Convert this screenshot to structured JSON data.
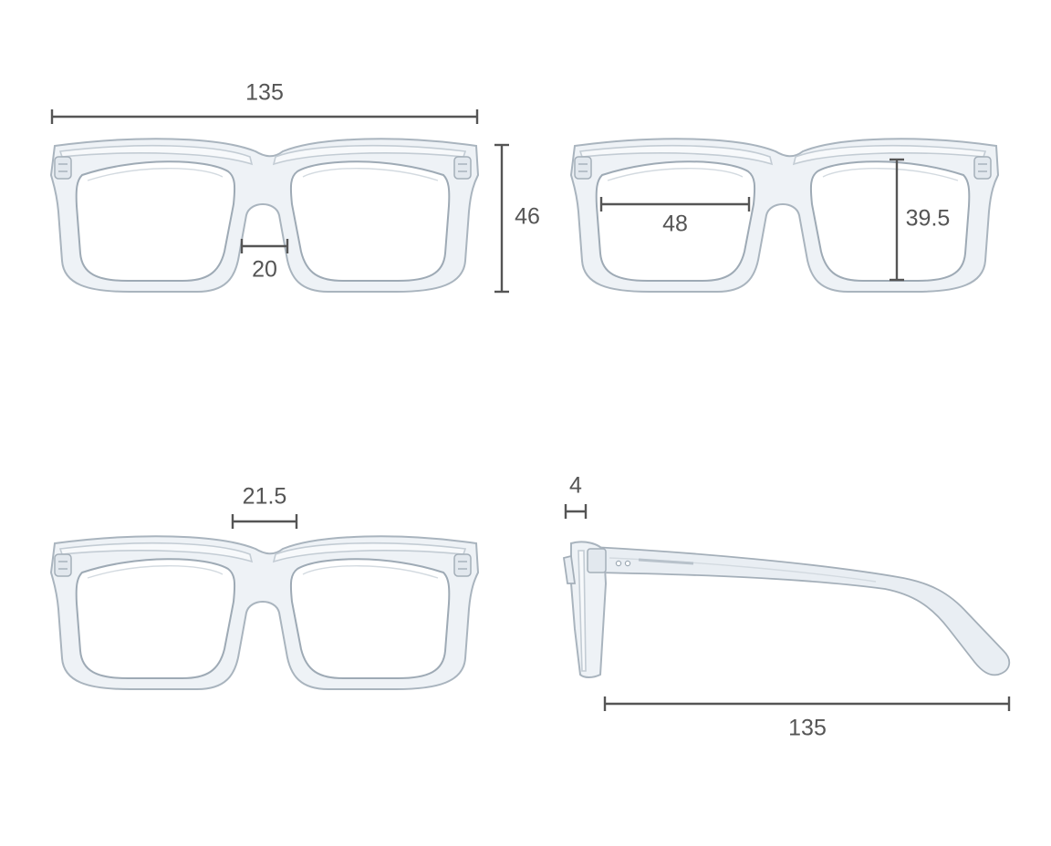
{
  "dimensions": {
    "frame_width_front": "135",
    "frame_height": "46",
    "bridge_width": "20",
    "lens_width": "48",
    "lens_height": "39.5",
    "top_bridge_width": "21.5",
    "temple_thickness": "4",
    "temple_length": "135"
  },
  "colors": {
    "dimension_line": "#555555",
    "frame_outline": "#a9b4be"
  }
}
